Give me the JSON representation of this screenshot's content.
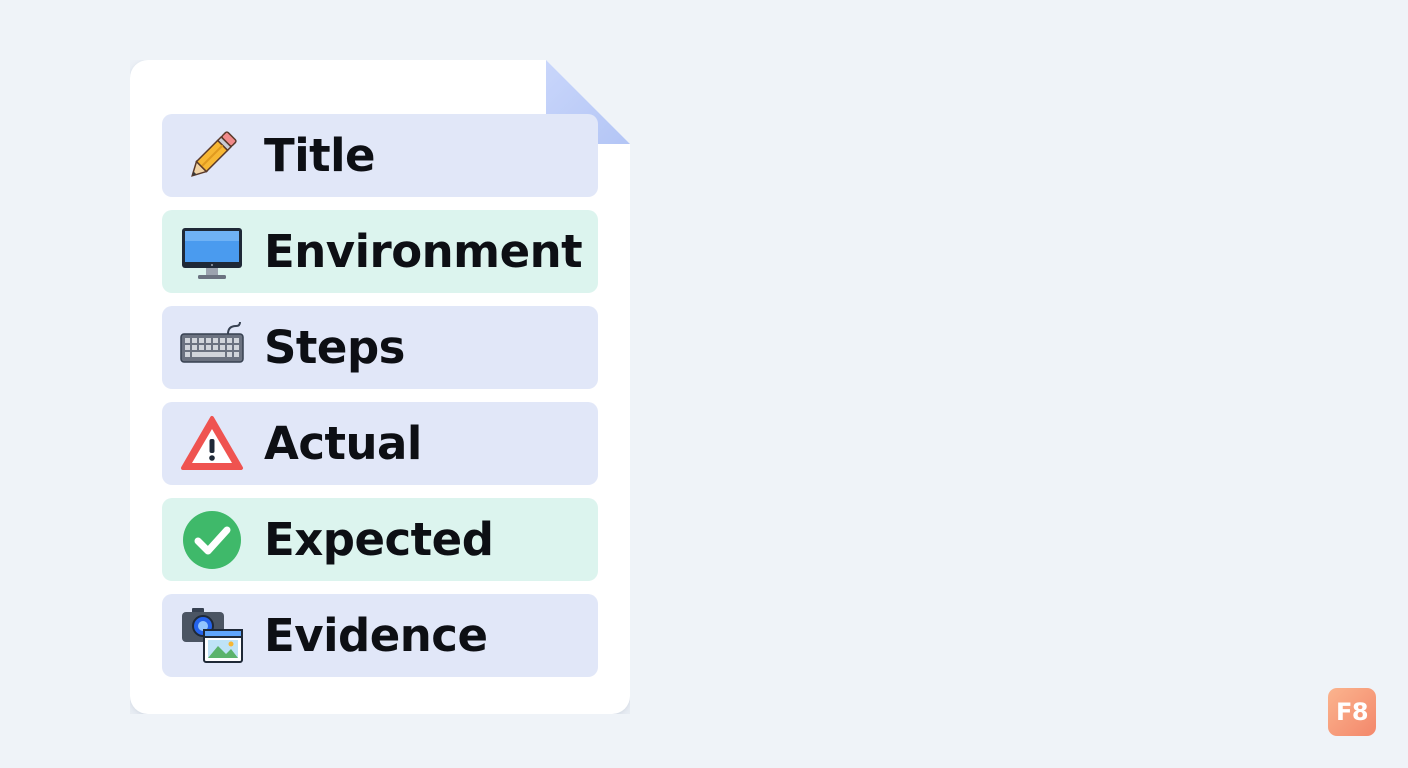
{
  "sections": [
    {
      "label": "Title",
      "icon": "pencil-icon",
      "tint": "blue"
    },
    {
      "label": "Environment",
      "icon": "monitor-icon",
      "tint": "mint"
    },
    {
      "label": "Steps",
      "icon": "keyboard-icon",
      "tint": "blue"
    },
    {
      "label": "Actual",
      "icon": "warning-icon",
      "tint": "blue"
    },
    {
      "label": "Expected",
      "icon": "check-circle-icon",
      "tint": "mint"
    },
    {
      "label": "Evidence",
      "icon": "camera-screenshot-icon",
      "tint": "blue"
    }
  ],
  "badge": {
    "text": "F8"
  },
  "colors": {
    "background": "#eff3f8",
    "row_blue": "#e1e7f8",
    "row_mint": "#dcf4ee",
    "fold": "#b3c5f5",
    "badge": "#f3876b"
  }
}
